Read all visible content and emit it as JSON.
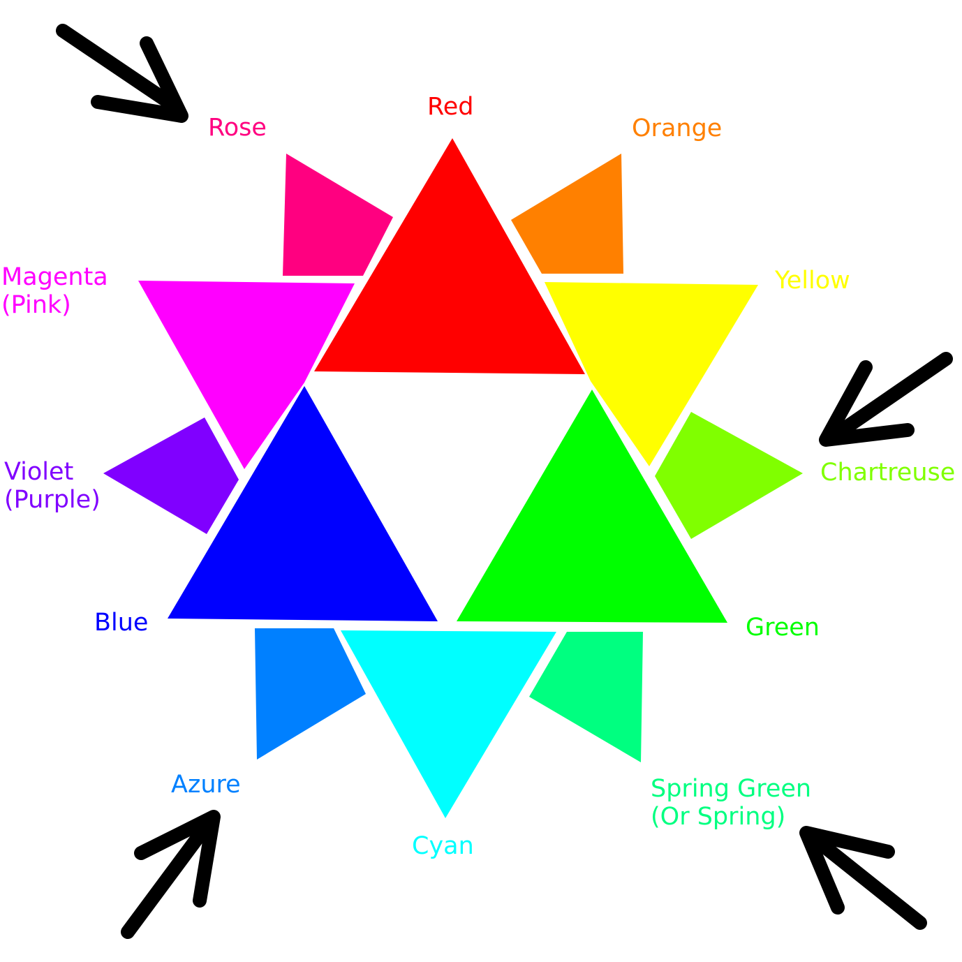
{
  "colors": [
    {
      "id": "red",
      "lines": [
        "Red"
      ],
      "hex": "#ff0000",
      "shape": "primary-triangle"
    },
    {
      "id": "orange",
      "lines": [
        "Orange"
      ],
      "hex": "#ff8000",
      "shape": "tertiary-triangle"
    },
    {
      "id": "yellow",
      "lines": [
        "Yellow"
      ],
      "hex": "#ffff00",
      "shape": "secondary-triangle"
    },
    {
      "id": "chartreuse",
      "lines": [
        "Chartreuse"
      ],
      "hex": "#80ff00",
      "shape": "tertiary-triangle"
    },
    {
      "id": "green",
      "lines": [
        "Green"
      ],
      "hex": "#00ff00",
      "shape": "primary-triangle"
    },
    {
      "id": "spring-green",
      "lines": [
        "Spring Green",
        "(Or Spring)"
      ],
      "hex": "#00ff80",
      "shape": "tertiary-triangle"
    },
    {
      "id": "cyan",
      "lines": [
        "Cyan"
      ],
      "hex": "#00ffff",
      "shape": "secondary-triangle"
    },
    {
      "id": "azure",
      "lines": [
        "Azure"
      ],
      "hex": "#0080ff",
      "shape": "tertiary-triangle"
    },
    {
      "id": "blue",
      "lines": [
        "Blue"
      ],
      "hex": "#0000ff",
      "shape": "primary-triangle"
    },
    {
      "id": "violet",
      "lines": [
        "Violet",
        "(Purple)"
      ],
      "hex": "#8000ff",
      "shape": "tertiary-triangle"
    },
    {
      "id": "magenta",
      "lines": [
        "Magenta",
        "(Pink)"
      ],
      "hex": "#ff00ff",
      "shape": "secondary-triangle"
    },
    {
      "id": "rose",
      "lines": [
        "Rose"
      ],
      "hex": "#ff0080",
      "shape": "tertiary-triangle"
    }
  ],
  "arrows": {
    "color": "#000000",
    "pointing_to": [
      "rose",
      "chartreuse",
      "azure",
      "spring-green"
    ]
  }
}
